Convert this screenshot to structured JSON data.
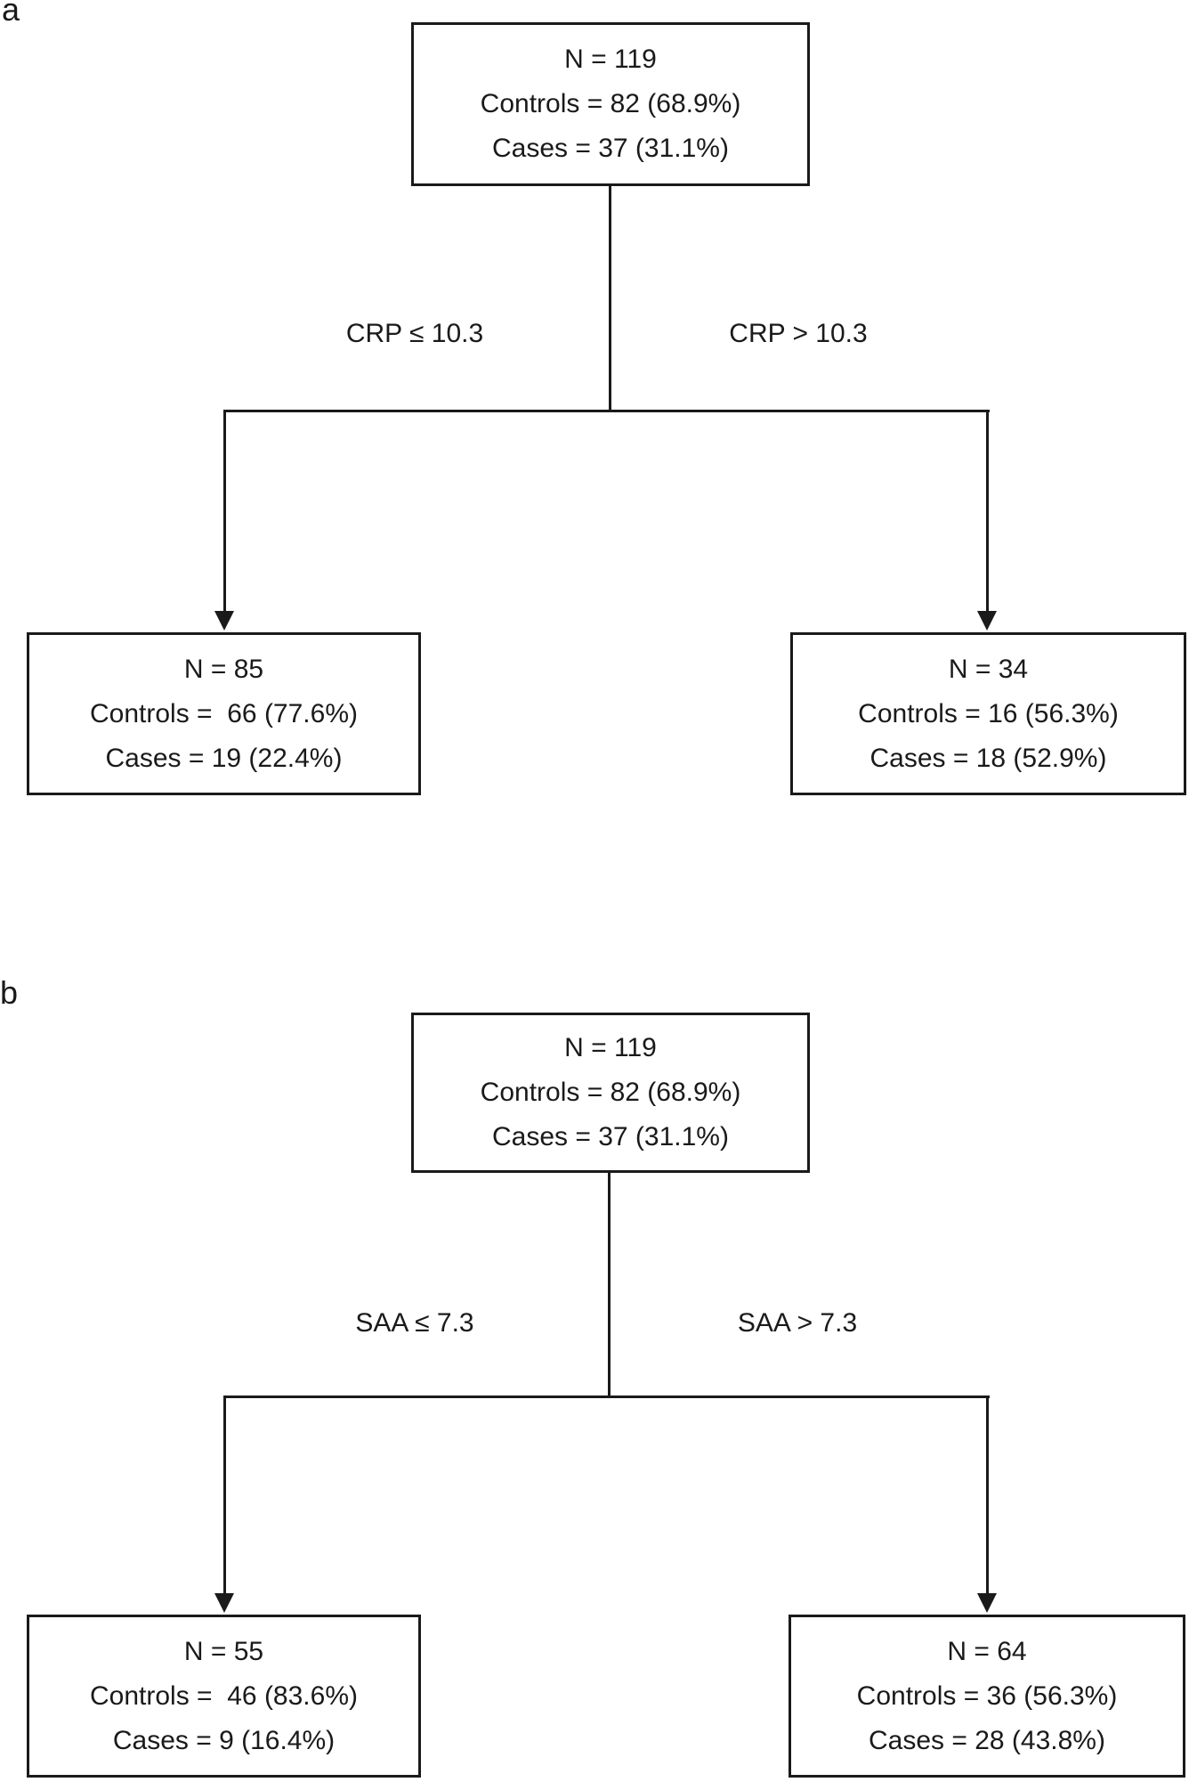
{
  "page": {
    "background": "#ffffff",
    "ink_color": "#1a1a1a"
  },
  "panels": [
    {
      "label": "a",
      "root": {
        "lines": [
          "N = 119",
          "Controls = 82 (68.9%)",
          "Cases = 37 (31.1%)"
        ]
      },
      "branches": {
        "left_condition": "CRP ≤ 10.3",
        "right_condition": "CRP > 10.3"
      },
      "left": {
        "lines": [
          "N = 85",
          "Controls =  66 (77.6%)",
          "Cases = 19 (22.4%)"
        ]
      },
      "right": {
        "lines": [
          "N = 34",
          "Controls = 16 (56.3%)",
          "Cases = 18 (52.9%)"
        ]
      }
    },
    {
      "label": "b",
      "root": {
        "lines": [
          "N = 119",
          "Controls = 82 (68.9%)",
          "Cases = 37 (31.1%)"
        ]
      },
      "branches": {
        "left_condition": "SAA ≤ 7.3",
        "right_condition": "SAA > 7.3"
      },
      "left": {
        "lines": [
          "N = 55",
          "Controls =  46 (83.6%)",
          "Cases = 9 (16.4%)"
        ]
      },
      "right": {
        "lines": [
          "N = 64",
          "Controls = 36 (56.3%)",
          "Cases = 28 (43.8%)"
        ]
      }
    }
  ]
}
